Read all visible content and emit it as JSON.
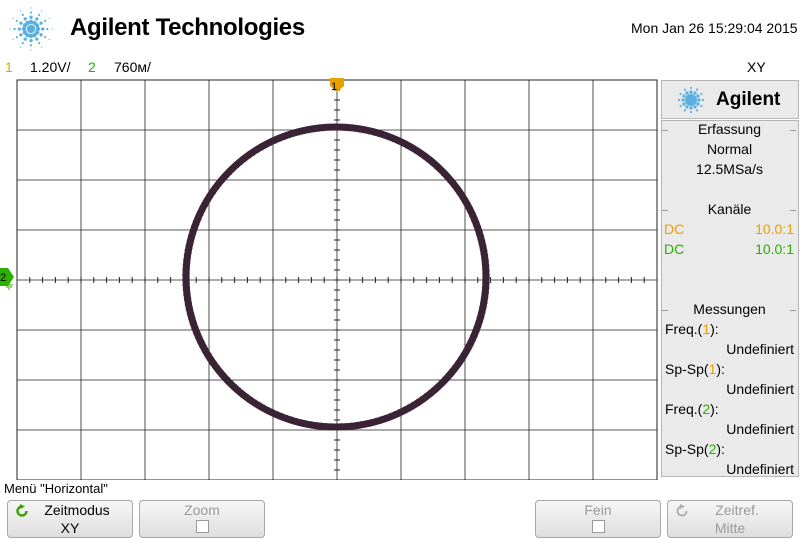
{
  "header": {
    "brand": "Agilent Technologies",
    "datetime": "Mon Jan 26 15:29:04 2015"
  },
  "status": {
    "ch1_number": "1",
    "ch1_scale": "1.20V/",
    "ch2_number": "2",
    "ch2_scale": "760ᴍ/",
    "mode": "XY"
  },
  "screen": {
    "trigger_marker": "1",
    "ch2_marker": "2",
    "colors": {
      "trace": "#3a2335",
      "grid": "#222222",
      "ch1": "#e8a000",
      "ch2": "#2bb000",
      "accent": "#5ab0e0"
    }
  },
  "panel": {
    "logo": "Agilent",
    "acquisition": {
      "title": "Erfassung",
      "mode": "Normal",
      "rate": "12.5MSa/s"
    },
    "channels": {
      "title": "Kanäle",
      "rows": [
        {
          "coupling": "DC",
          "probe": "10.0:1"
        },
        {
          "coupling": "DC",
          "probe": "10.0:1"
        }
      ]
    },
    "measurements": {
      "title": "Messungen",
      "items": [
        {
          "prefix": "Freq.(",
          "channel": "1",
          "suffix": "):",
          "value": "Undefiniert"
        },
        {
          "prefix": "Sp-Sp(",
          "channel": "1",
          "suffix": "):",
          "value": "Undefiniert"
        },
        {
          "prefix": "Freq.(",
          "channel": "2",
          "suffix": "):",
          "value": "Undefiniert"
        },
        {
          "prefix": "Sp-Sp(",
          "channel": "2",
          "suffix": "):",
          "value": "Undefiniert"
        }
      ]
    }
  },
  "menu": {
    "title": "Menü \"Horizontal\"",
    "softkeys": [
      {
        "label": "Zeitmodus",
        "value": "XY",
        "icon": "rotate-arrow-icon"
      },
      {
        "label": "Zoom",
        "icon": "checkbox-icon"
      },
      {
        "label": "Fein",
        "icon": "checkbox-icon"
      },
      {
        "label": "Zeitref.",
        "value": "Mitte",
        "icon": "rotate-arrow-icon"
      }
    ]
  }
}
